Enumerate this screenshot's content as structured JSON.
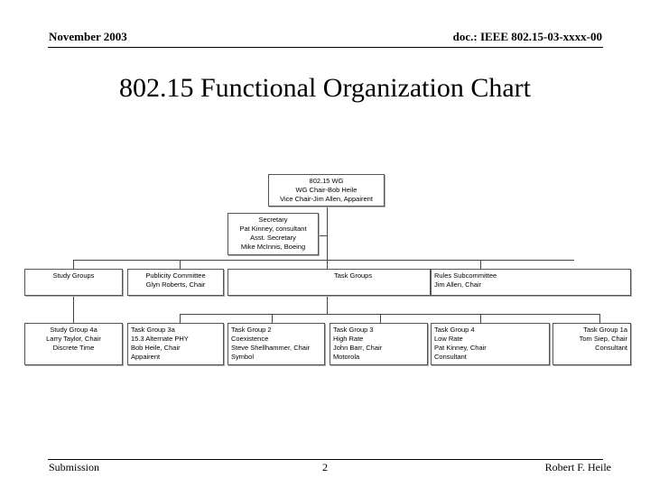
{
  "header": {
    "date": "November 2003",
    "doc_id": "doc.: IEEE 802.15-03-xxxx-00"
  },
  "title": "802.15 Functional Organization Chart",
  "org_chart": {
    "top": [
      "802.15 WG",
      "WG Chair-Bob Heile",
      "Vice Chair-Jim Allen, Appairent"
    ],
    "secretary": [
      "Secretary",
      "Pat Kinney, consultant",
      "Asst. Secretary",
      "Mike McInnis, Boeing"
    ],
    "level2": [
      {
        "lines": [
          "Study Groups"
        ]
      },
      {
        "lines": [
          "Publicity Committee",
          "Glyn Roberts, Chair"
        ]
      },
      {
        "lines": [
          "Task Groups"
        ]
      },
      {
        "lines": [
          "Rules Subcommittee",
          "Jim Allen, Chair"
        ]
      }
    ],
    "level3": [
      {
        "lines": [
          "Study Group 4a",
          "Larry Taylor, Chair",
          "Discrete Time"
        ]
      },
      {
        "lines": [
          "Task Group 3a",
          "15.3 Alternate PHY",
          "Bob Heile, Chair",
          "Appairent"
        ]
      },
      {
        "lines": [
          "Task Group 2",
          "Coexistence",
          "Steve Shellhammer, Chair",
          "Symbol"
        ]
      },
      {
        "lines": [
          "Task Group 3",
          "High Rate",
          "John Barr, Chair",
          "Motorola"
        ]
      },
      {
        "lines": [
          "Task Group 4",
          "Low Rate",
          "Pat Kinney, Chair",
          "Consultant"
        ]
      },
      {
        "lines": [
          "Task Group 1a",
          "Tom Siep, Chair",
          "Consultant"
        ]
      }
    ]
  },
  "footer": {
    "left": "Submission",
    "page": "2",
    "author": "Robert F. Heile"
  }
}
